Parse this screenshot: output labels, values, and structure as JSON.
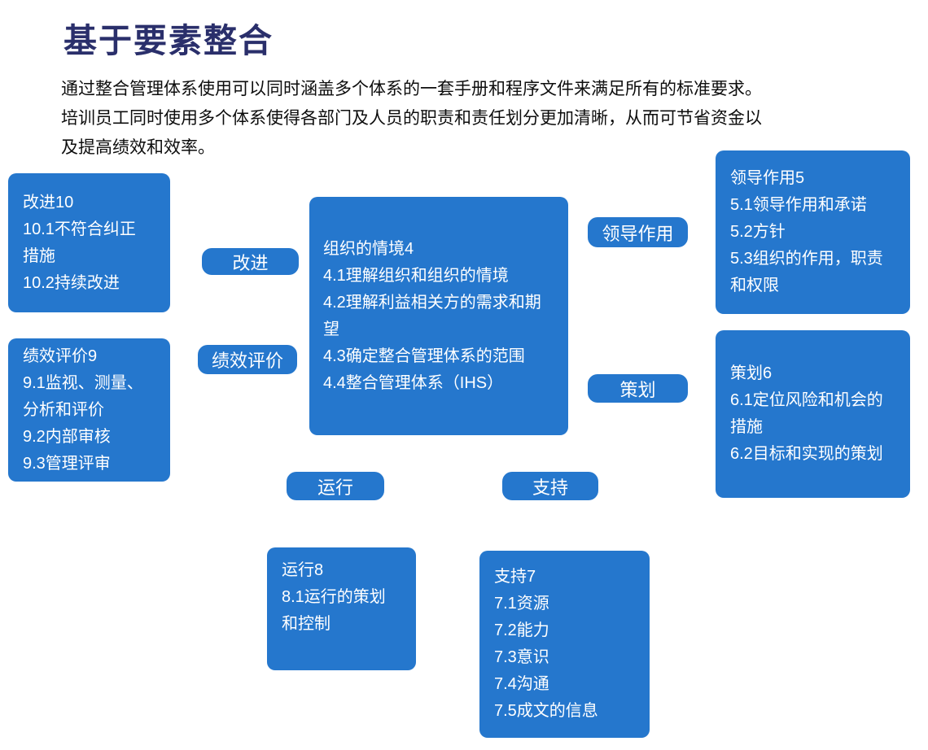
{
  "colors": {
    "node_blue": "#2577cd",
    "title_navy": "#2a2f6b",
    "body_text": "#0d0d0d",
    "node_text": "#ffffff",
    "background": "#ffffff"
  },
  "header": {
    "title": "基于要素整合",
    "intro_lines": [
      "通过整合管理体系使用可以同时涵盖多个体系的一套手册和程序文件来满足所有的标准要求。",
      "培训员工同时使用多个体系使得各部门及人员的职责和责任划分更加清晰，从而可节省资金以",
      "及提高绩效和效率。"
    ]
  },
  "pills": {
    "improvement": "改进",
    "performance": "绩效评价",
    "leadership": "领导作用",
    "planning": "策划",
    "operation": "运行",
    "support": "支持"
  },
  "boxes": {
    "improvement": {
      "title": "改进10",
      "items": [
        "10.1不符合纠正措施",
        "10.2持续改进"
      ]
    },
    "performance": {
      "title": "绩效评价9",
      "items": [
        "9.1监视、测量、分析和评价",
        "9.2内部审核",
        "9.3管理评审"
      ]
    },
    "context": {
      "title": "组织的情境4",
      "items": [
        "4.1理解组织和组织的情境",
        "4.2理解利益相关方的需求和期望",
        "4.3确定整合管理体系的范围",
        "4.4整合管理体系（IHS）"
      ]
    },
    "leadership": {
      "title": "领导作用5",
      "items": [
        "5.1领导作用和承诺",
        "5.2方针",
        "5.3组织的作用，职责和权限"
      ]
    },
    "planning": {
      "title": "策划6",
      "items": [
        "6.1定位风险和机会的措施",
        "6.2目标和实现的策划"
      ]
    },
    "operation": {
      "title": "运行8",
      "items": [
        "8.1运行的策划和控制"
      ]
    },
    "support": {
      "title": "支持7",
      "items": [
        "7.1资源",
        "7.2能力",
        "7.3意识",
        "7.4沟通",
        "7.5成文的信息"
      ]
    }
  }
}
